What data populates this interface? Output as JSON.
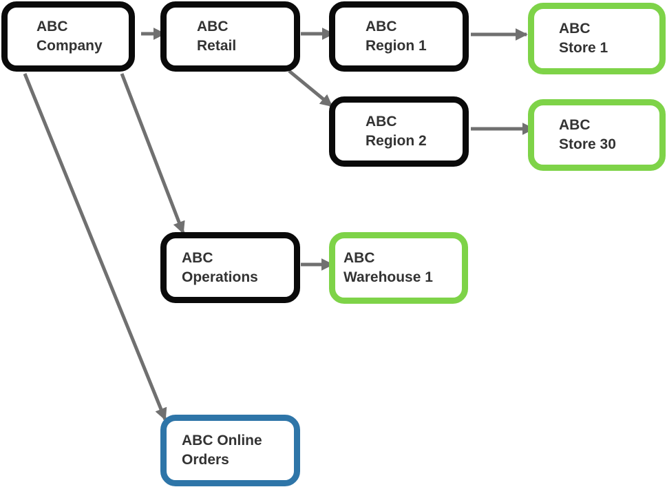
{
  "colors": {
    "arrow": "#707070",
    "black_border": "#0a0a0a",
    "green_border": "#7ed348",
    "blue_border": "#2e75a8",
    "text": "#333333"
  },
  "nodes": {
    "company": {
      "line1": "ABC",
      "line2": "Company"
    },
    "retail": {
      "line1": "ABC",
      "line2": "Retail"
    },
    "region1": {
      "line1": "ABC",
      "line2": "Region 1"
    },
    "region2": {
      "line1": "ABC",
      "line2": "Region 2"
    },
    "store1": {
      "line1": "ABC",
      "line2": "Store 1"
    },
    "store30": {
      "line1": "ABC",
      "line2": "Store 30"
    },
    "operations": {
      "line1": "ABC",
      "line2": "Operations"
    },
    "warehouse": {
      "line1": "ABC",
      "line2": "Warehouse 1"
    },
    "online": {
      "line1": "ABC Online",
      "line2": "Orders"
    }
  },
  "edges": [
    {
      "from": "ABC Company",
      "to": "ABC Retail"
    },
    {
      "from": "ABC Retail",
      "to": "ABC Region 1"
    },
    {
      "from": "ABC Retail",
      "to": "ABC Region 2"
    },
    {
      "from": "ABC Region 1",
      "to": "ABC Store 1"
    },
    {
      "from": "ABC Region 2",
      "to": "ABC Store 30"
    },
    {
      "from": "ABC Company",
      "to": "ABC Operations"
    },
    {
      "from": "ABC Operations",
      "to": "ABC Warehouse 1"
    },
    {
      "from": "ABC Company",
      "to": "ABC Online Orders"
    }
  ]
}
